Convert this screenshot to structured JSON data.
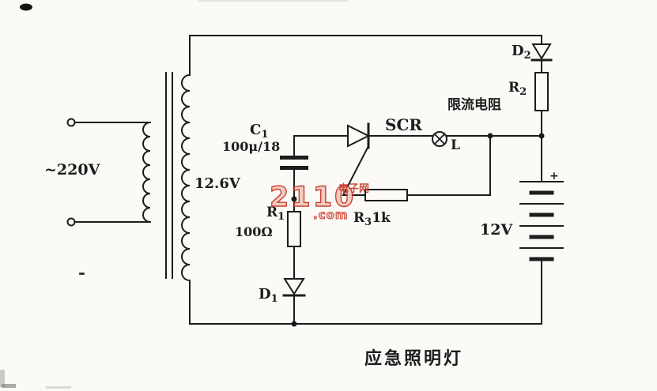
{
  "diagram": {
    "caption": "应急照明灯",
    "labels": {
      "ac_input": "~220V",
      "secondary_voltage": "12.6V",
      "c1": {
        "base": "C",
        "sub": "1"
      },
      "c1_value": "100μ/18",
      "scr": "SCR",
      "lamp": "L",
      "r3": {
        "base": "R",
        "sub": "3",
        "suffix": "1k"
      },
      "r1": {
        "base": "R",
        "sub": "1"
      },
      "r1_value": "100Ω",
      "d1": {
        "base": "D",
        "sub": "1"
      },
      "d2": {
        "base": "D",
        "sub": "2"
      },
      "r2": {
        "base": "R",
        "sub": "2"
      },
      "r2_desc": "限流电阻",
      "battery_voltage": "12V",
      "battery_plus": "+"
    },
    "watermark": {
      "line1": "2110",
      "line2": ".com",
      "line3": "电子网",
      "color": "#c5392b"
    },
    "colors": {
      "ink": "#1c1c1c",
      "paper": "#fbfaf7"
    }
  }
}
